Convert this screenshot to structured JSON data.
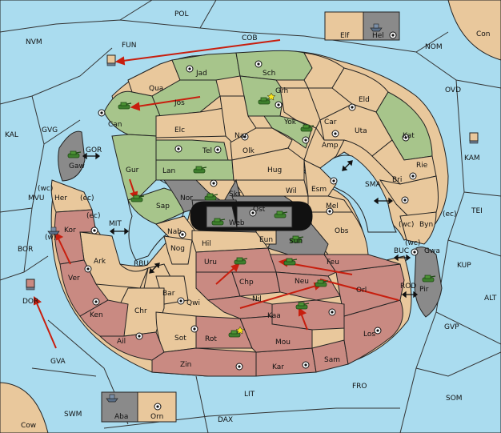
{
  "map": {
    "colors": {
      "sea": "#aadcef",
      "neutral": "#e9c89c",
      "green_power": "#a7c58b",
      "red_power": "#c98a82",
      "gray_power": "#8a8a8a",
      "order_arrow": "#c81e0e"
    },
    "sea_labels": {
      "POL": "POL",
      "NVM": "NVM",
      "FUN": "FUN",
      "COB": "COB",
      "NOM": "NOM",
      "Con": "Con",
      "OVD": "OVD",
      "KAL": "KAL",
      "GVG": "GVG",
      "KAM": "KAM",
      "GOR": "GOR",
      "MVU": "MVU",
      "SMA": "SMA",
      "TEI": "TEI",
      "MIT": "MIT",
      "BOR": "BOR",
      "RBU": "RBU",
      "KUP": "KUP",
      "BUC": "BUC",
      "ROD": "ROD",
      "ALT": "ALT",
      "GVP": "GVP",
      "DOR": "DOR",
      "GVA": "GVA",
      "FRO": "FRO",
      "SOM": "SOM",
      "LIT": "LIT",
      "SWM": "SWM",
      "DAX": "DAX",
      "Cow": "Cow"
    },
    "land_labels": {
      "Elf": "Elf",
      "Hel": "Hel",
      "Jad": "Jad",
      "Sch": "Sch",
      "Qua": "Qua",
      "Jos": "Jos",
      "Grh": "Grh",
      "Eld": "Eld",
      "Can": "Can",
      "Elc": "Elc",
      "Nar": "Nar",
      "Yok": "Yok",
      "Car": "Car",
      "Uta": "Uta",
      "Kat": "Kat",
      "Amp": "Amp",
      "Gaw": "Gaw",
      "Tel": "Tel",
      "Olk": "Olk",
      "Lan": "Lan",
      "Gur": "Gur",
      "Hug": "Hug",
      "Rie": "Rie",
      "Bri": "Bri",
      "Wil": "Wil",
      "Esm": "Esm",
      "Nor": "Nor",
      "Sap": "Sap",
      "Skr": "Skr",
      "Ost": "Ost",
      "Mel": "Mel",
      "Her": "Her",
      "wc1": "(wc)",
      "ec1": "(ec)",
      "ec2": "(ec)",
      "Web": "Web",
      "Kor": "Kor",
      "wc2": "(w)",
      "Nab": "Nab",
      "Eun": "Eun",
      "Obs": "Obs",
      "wc3": "(wc)",
      "Byn": "Byn",
      "ec3": "(ec)",
      "wc4": "(wc)",
      "Gwa": "Gwa",
      "Sun": "Sun",
      "Hil": "Hil",
      "Ark": "Ark",
      "Nog": "Nog",
      "Uru": "Uru",
      "Feu": "Feu",
      "Pir": "Pir",
      "Chp": "Chp",
      "Ver": "Ver",
      "Neu": "Neu",
      "Orl": "Orl",
      "Bar": "Bar",
      "Qwi": "Qwi",
      "Nil": "Nil",
      "Ken": "Ken",
      "Chr": "Chr",
      "Kaa": "Kaa",
      "Ail": "Ail",
      "Sot": "Sot",
      "Rot": "Rot",
      "Mou": "Mou",
      "Los": "Los",
      "Zin": "Zin",
      "Kar": "Kar",
      "Sam": "Sam",
      "Aba": "Aba",
      "Orn": "Orn"
    }
  }
}
